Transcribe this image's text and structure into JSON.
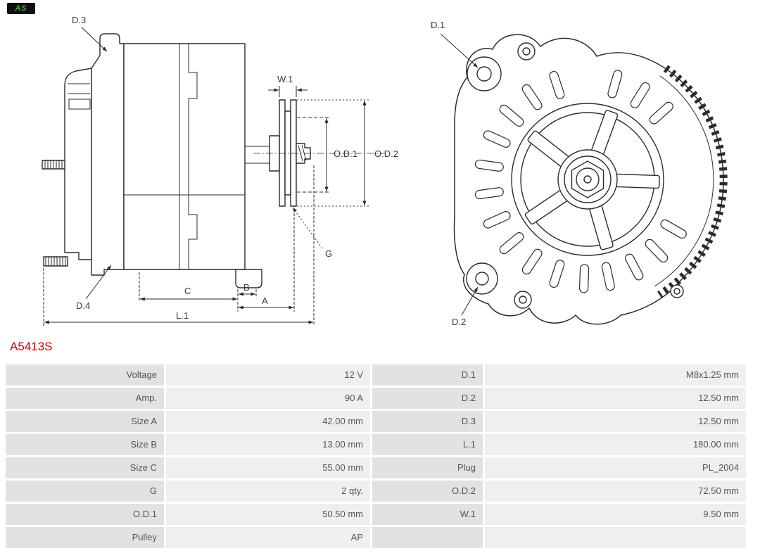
{
  "brand": {
    "logo_text": "AS"
  },
  "page": {
    "part_number": "A5413S"
  },
  "colors": {
    "part_number": "#cc0000",
    "logo_green": "#4caf32",
    "logo_bg": "#101010",
    "table_label_bg": "#e2e2e2",
    "table_value_bg": "#efefef",
    "drawing_line": "#2b2b2b"
  },
  "drawings": {
    "side": {
      "d3": "D.3",
      "d4": "D.4",
      "w1": "W.1",
      "od1": "O.D.1",
      "od2": "O.D.2",
      "g": "G",
      "a": "A",
      "b": "B",
      "c": "C",
      "l1": "L.1"
    },
    "front": {
      "d1": "D.1",
      "d2": "D.2"
    }
  },
  "table": {
    "rows": [
      [
        "Voltage",
        "12 V",
        "D.1",
        "M8x1.25 mm"
      ],
      [
        "Amp.",
        "90 A",
        "D.2",
        "12.50 mm"
      ],
      [
        "Size A",
        "42.00 mm",
        "D.3",
        "12.50 mm"
      ],
      [
        "Size B",
        "13.00 mm",
        "L.1",
        "180.00 mm"
      ],
      [
        "Size C",
        "55.00 mm",
        "Plug",
        "PL_2004"
      ],
      [
        "G",
        "2 qty.",
        "O.D.2",
        "72.50 mm"
      ],
      [
        "O.D.1",
        "50.50 mm",
        "W.1",
        "9.50 mm"
      ],
      [
        "Pulley",
        "AP",
        "",
        ""
      ]
    ]
  }
}
